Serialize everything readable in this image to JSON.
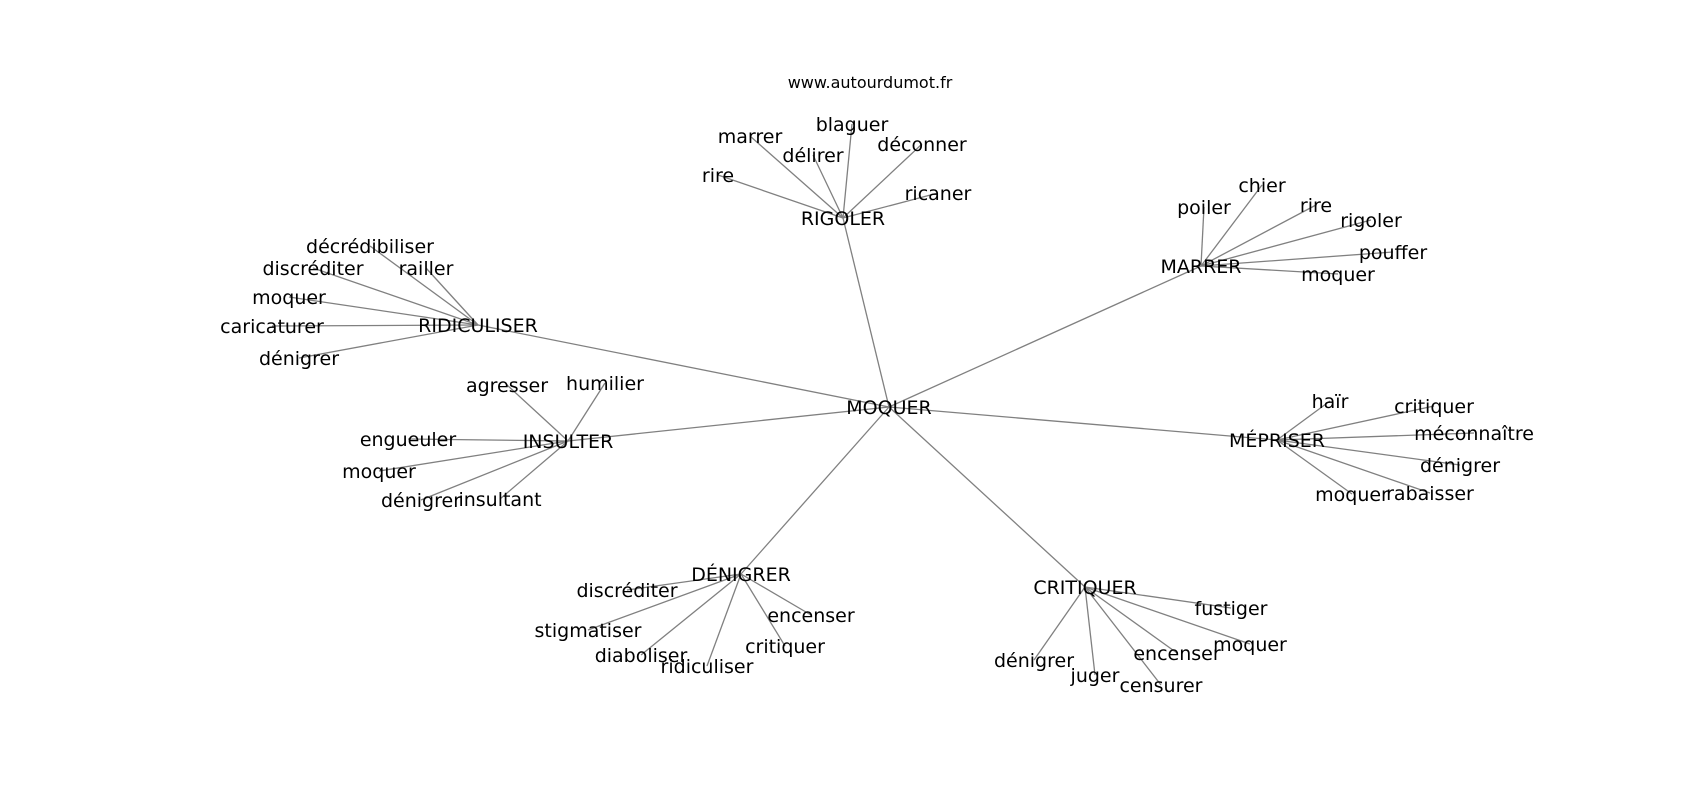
{
  "source": "www.autourdumot.fr",
  "root": "MOQUER",
  "clusters": [
    {
      "id": "rigoler",
      "label": "RIGOLER",
      "words": [
        "rire",
        "marrer",
        "délirer",
        "blaguer",
        "déconner",
        "ricaner"
      ]
    },
    {
      "id": "marrer",
      "label": "MARRER",
      "words": [
        "poiler",
        "chier",
        "rire",
        "rigoler",
        "pouffer",
        "moquer"
      ]
    },
    {
      "id": "ridiculiser",
      "label": "RIDICULISER",
      "words": [
        "décrédibiliser",
        "discréditer",
        "railler",
        "moquer",
        "caricaturer",
        "dénigrer"
      ]
    },
    {
      "id": "insulter",
      "label": "INSULTER",
      "words": [
        "agresser",
        "humilier",
        "engueuler",
        "moquer",
        "dénigrer",
        "insultant"
      ]
    },
    {
      "id": "mepriser",
      "label": "MÉPRISER",
      "words": [
        "haïr",
        "critiquer",
        "méconnaître",
        "dénigrer",
        "moquer",
        "rabaisser"
      ]
    },
    {
      "id": "denigrer",
      "label": "DÉNIGRER",
      "words": [
        "discréditer",
        "stigmatiser",
        "diaboliser",
        "ridiculiser",
        "critiquer",
        "encenser"
      ]
    },
    {
      "id": "critiquer",
      "label": "CRITIQUER",
      "words": [
        "fustiger",
        "moquer",
        "encenser",
        "censurer",
        "juger",
        "dénigrer"
      ]
    }
  ]
}
